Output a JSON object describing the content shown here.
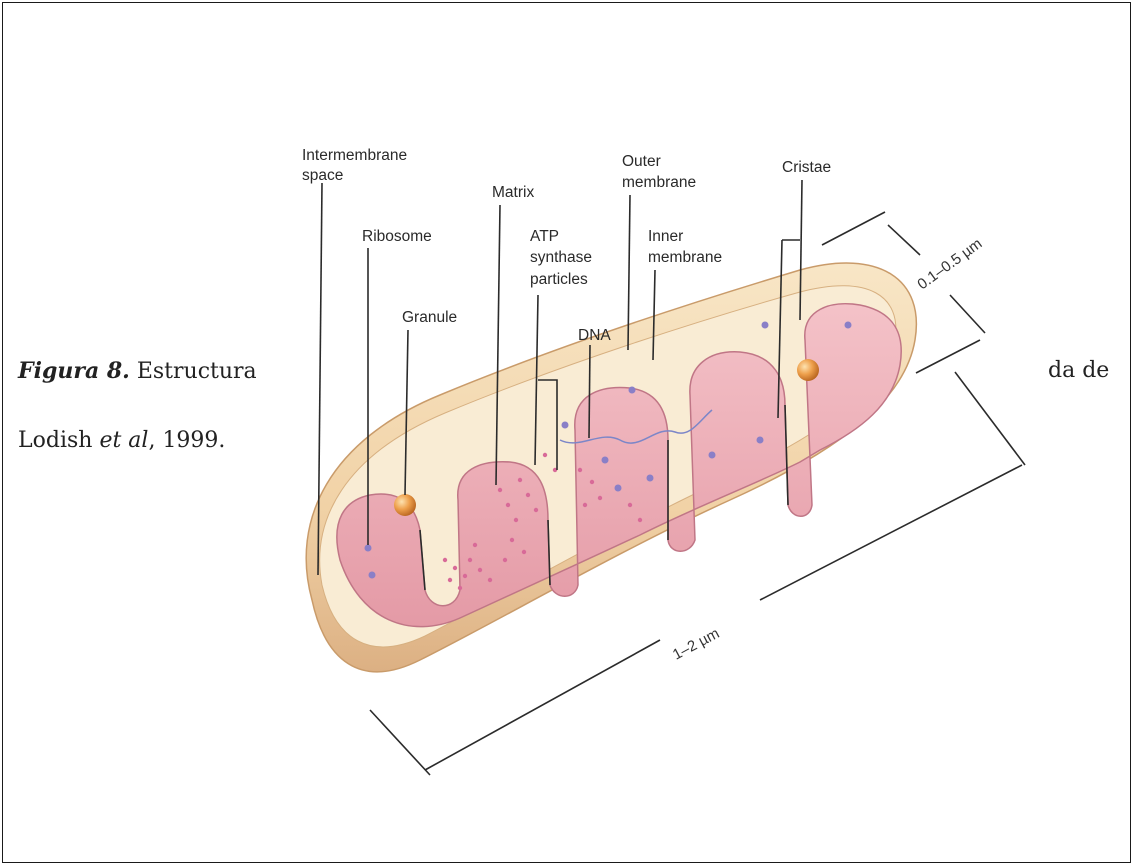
{
  "caption": {
    "figure_label": "Figura 8.",
    "line1_visible": "Estructura",
    "line1_right": "da de",
    "line2_author": "Lodish ",
    "line2_etal": "et al",
    "line2_year": ", 1999."
  },
  "labels": {
    "intermembrane_space_1": "Intermembrane",
    "intermembrane_space_2": "space",
    "ribosome": "Ribosome",
    "granule": "Granule",
    "matrix": "Matrix",
    "atp_1": "ATP",
    "atp_2": "synthase",
    "atp_3": "particles",
    "dna": "DNA",
    "outer_membrane_1": "Outer",
    "outer_membrane_2": "membrane",
    "inner_membrane_1": "Inner",
    "inner_membrane_2": "membrane",
    "cristae": "Cristae",
    "width_dim": "0.1–0.5 µm",
    "length_dim": "1–2 µm"
  },
  "colors": {
    "outer_shell": "#f1d2a6",
    "outer_shell_dark": "#d9ae7c",
    "inner_fold": "#efb3bb",
    "inner_fold_dark": "#d98996",
    "matrix_fill": "#f6c9cc",
    "granule": "#e8953e",
    "ribosome": "#8a7fc7",
    "atp_dot": "#d86a98",
    "dna": "#7c86c8"
  }
}
